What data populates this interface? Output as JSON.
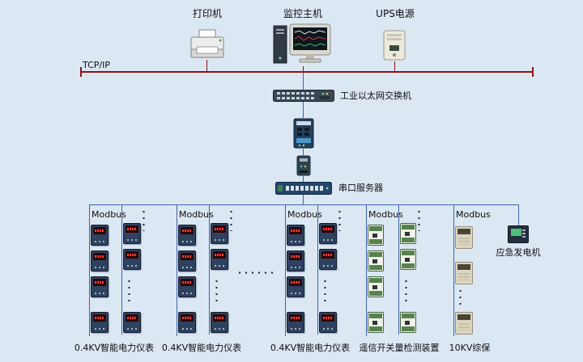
{
  "header_devices": {
    "printer": "打印机",
    "monitor_host": "监控主机",
    "ups": "UPS电源"
  },
  "backbone": {
    "tcpip": "TCP/IP",
    "ethernet_switch": "工业以太网交换机",
    "serial_server": "串口服务器"
  },
  "groups": [
    {
      "bus": "Modbus",
      "caption": "0.4KV智能电力仪表"
    },
    {
      "bus": "Modbus",
      "caption": "0.4KV智能电力仪表"
    },
    {
      "bus": "Modbus",
      "caption": "0.4KV智能电力仪表"
    },
    {
      "bus": "Modbus",
      "caption": "遥信开关量检测装置"
    },
    {
      "bus": "Modbus",
      "caption": "10KV综保"
    }
  ],
  "generator": "应急发电机",
  "colors": {
    "background": "#dbe7f2",
    "bus_line": "#3f63b0",
    "tcpip_line": "#8c1414",
    "meter_display": "#ff3b30",
    "io_module": "#57824e"
  }
}
